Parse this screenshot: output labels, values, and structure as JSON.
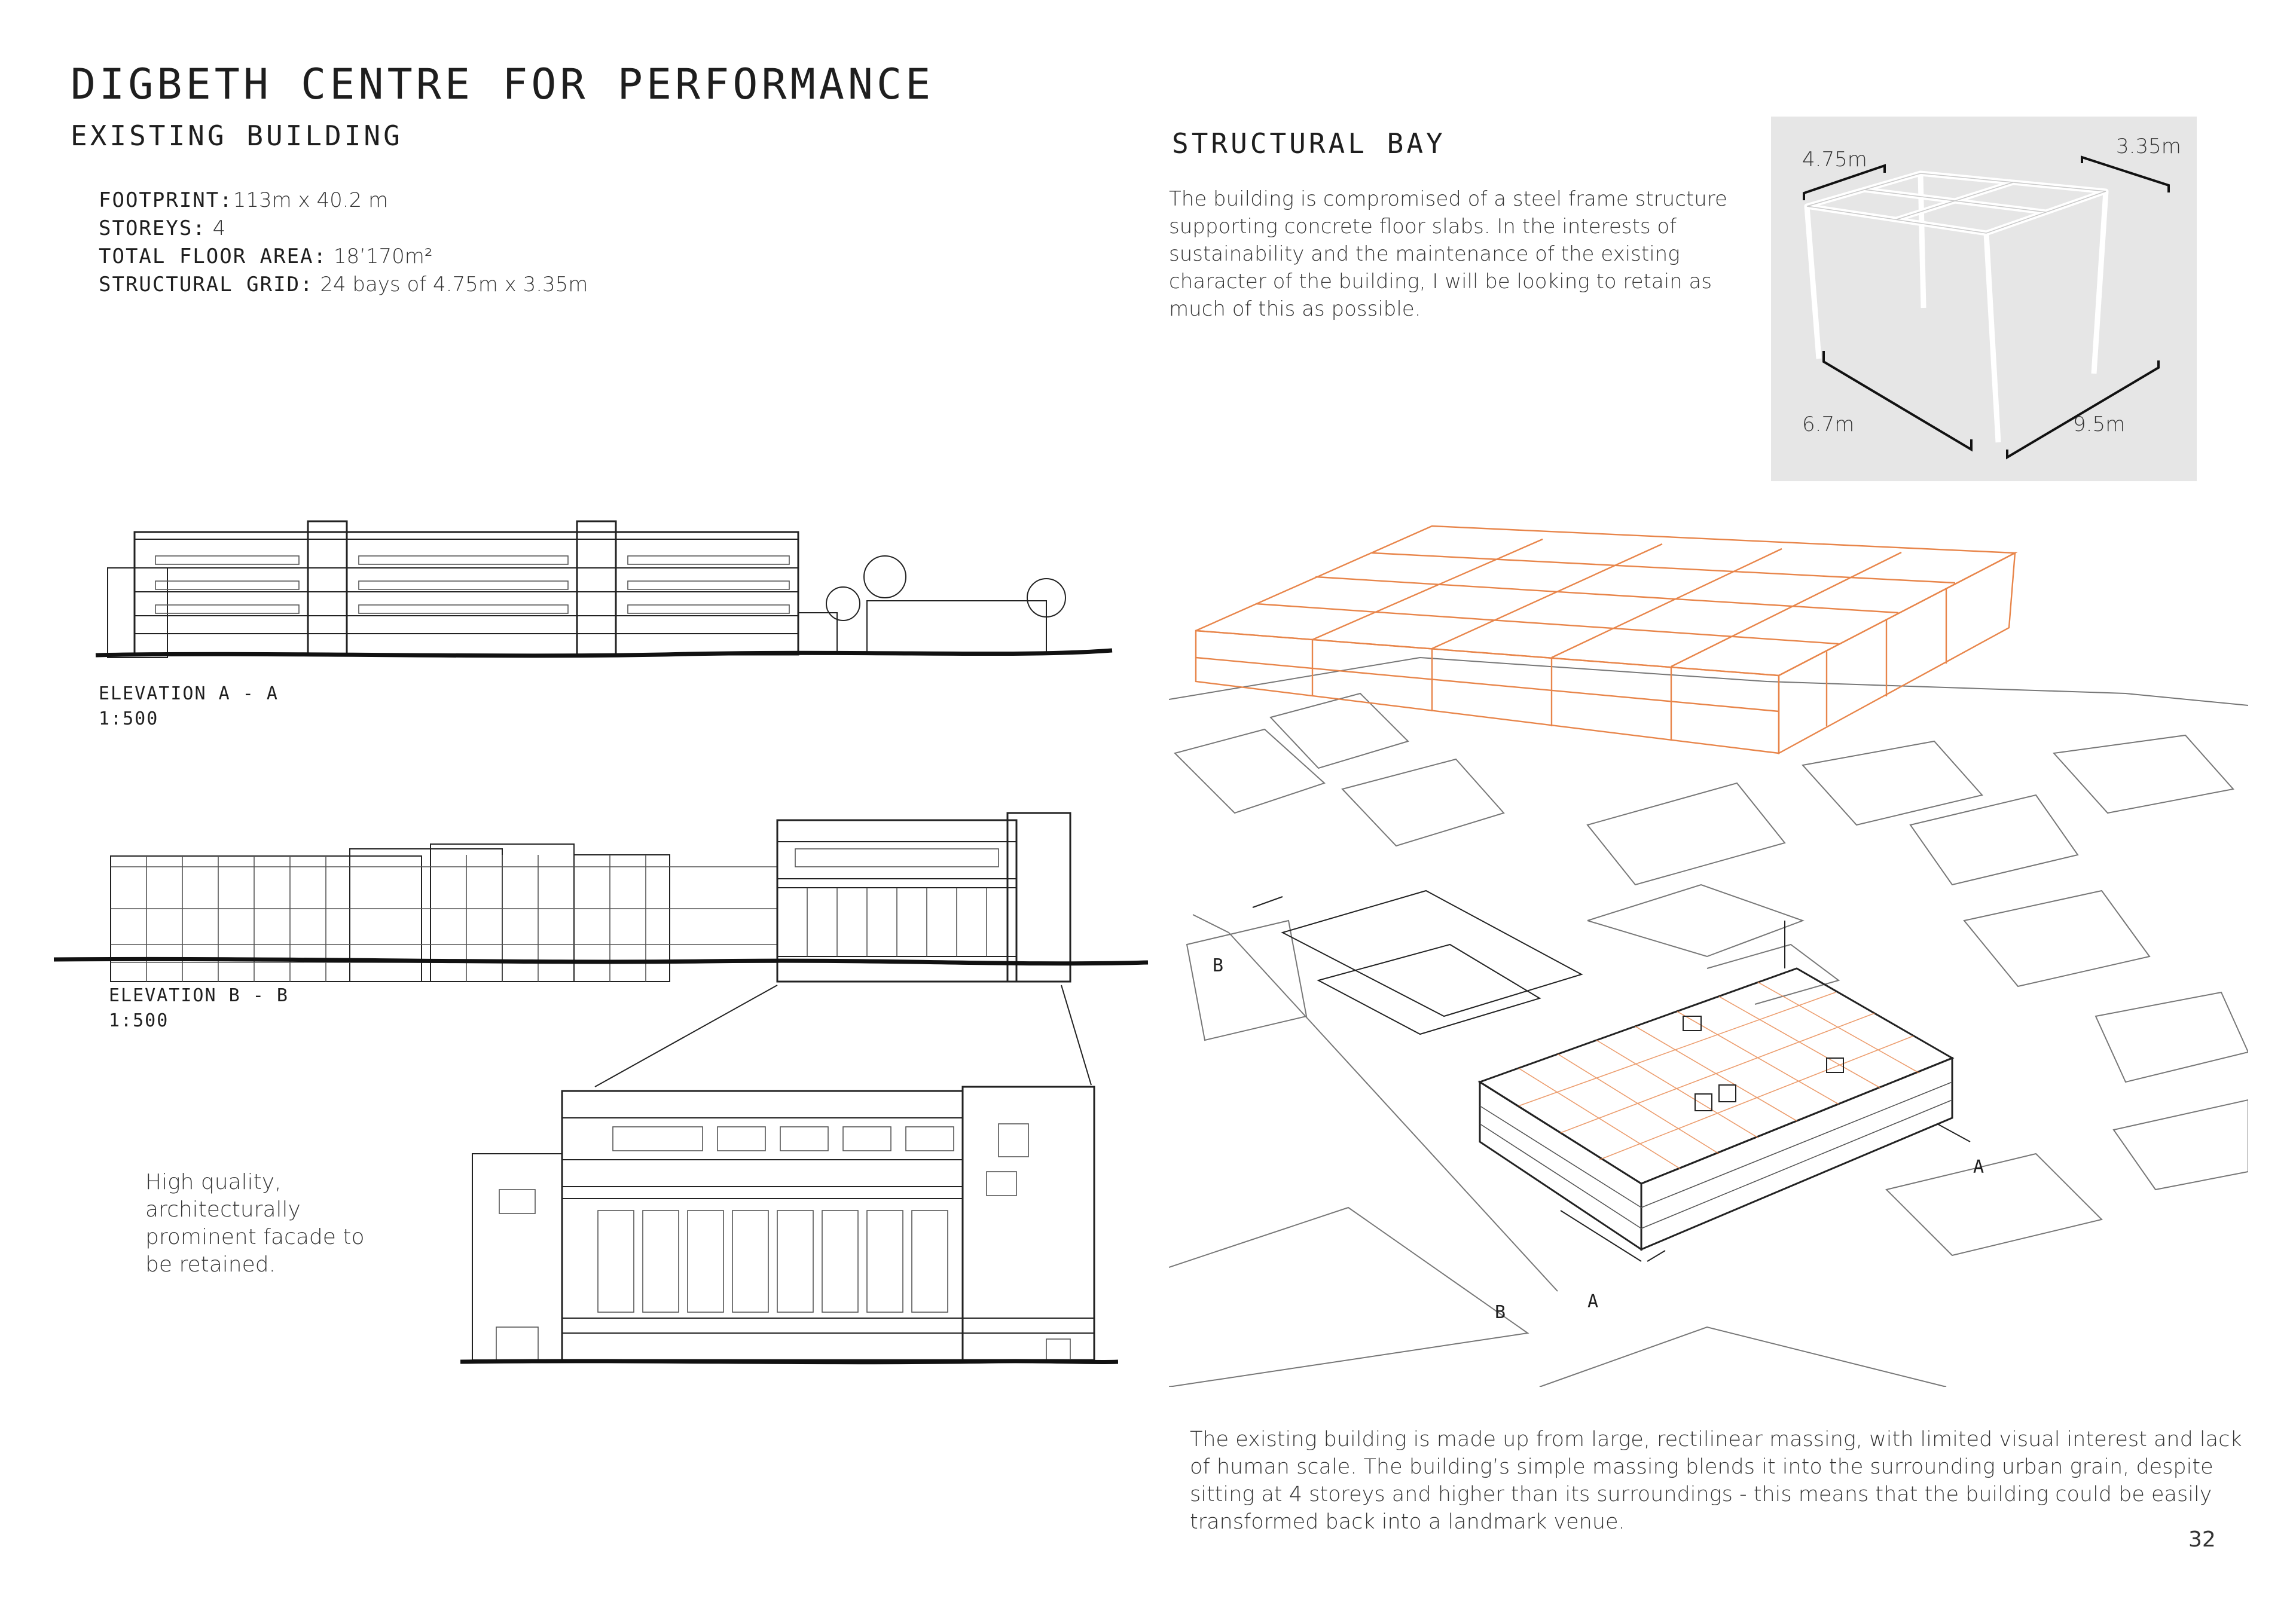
{
  "header": {
    "title": "DIGBETH CENTRE FOR PERFORMANCE",
    "subtitle": "EXISTING BUILDING"
  },
  "facts": [
    {
      "label": "FOOTPRINT:",
      "value": "113m x 40.2 m"
    },
    {
      "label": "STOREYS:",
      "value": " 4"
    },
    {
      "label": "TOTAL FLOOR AREA:",
      "value": " 18’170m²"
    },
    {
      "label": "STRUCTURAL GRID:",
      "value": "  24 bays of 4.75m x 3.35m"
    }
  ],
  "structural_bay": {
    "heading": "STRUCTURAL BAY",
    "text": "The building is compromised of a steel frame structure supporting concrete floor slabs. In the interests of sustainability and the maintenance of the existing character of the building, I will be looking to retain as much of this as possible.",
    "dims": {
      "top_left": "4.75m",
      "top_right": "3.35m",
      "bottom_left": "6.7m",
      "bottom_right": "9.5m"
    }
  },
  "elevation_a": {
    "name": "ELEVATION A - A",
    "scale": "1:500"
  },
  "elevation_b": {
    "name": "ELEVATION B - B",
    "scale": "1:500"
  },
  "facade_note": "High quality, architecturally prominent facade to be retained.",
  "axo_labels": {
    "b_top": "B",
    "b_bottom": "B",
    "a_right": "A",
    "a_bottom": "A"
  },
  "bottom_text": "The existing building is made up from large, rectilinear massing, with limited visual interest and lack of human scale.  The building’s simple massing blends it into the surrounding urban grain, despite sitting at 4 storeys and higher than its surroundings - this means that the building could be easily transformed back into a landmark venue.",
  "page_number": "32",
  "colors": {
    "accent_orange": "#e8854a",
    "panel_grey": "#e6e6e6",
    "ink": "#1e1e1e"
  }
}
